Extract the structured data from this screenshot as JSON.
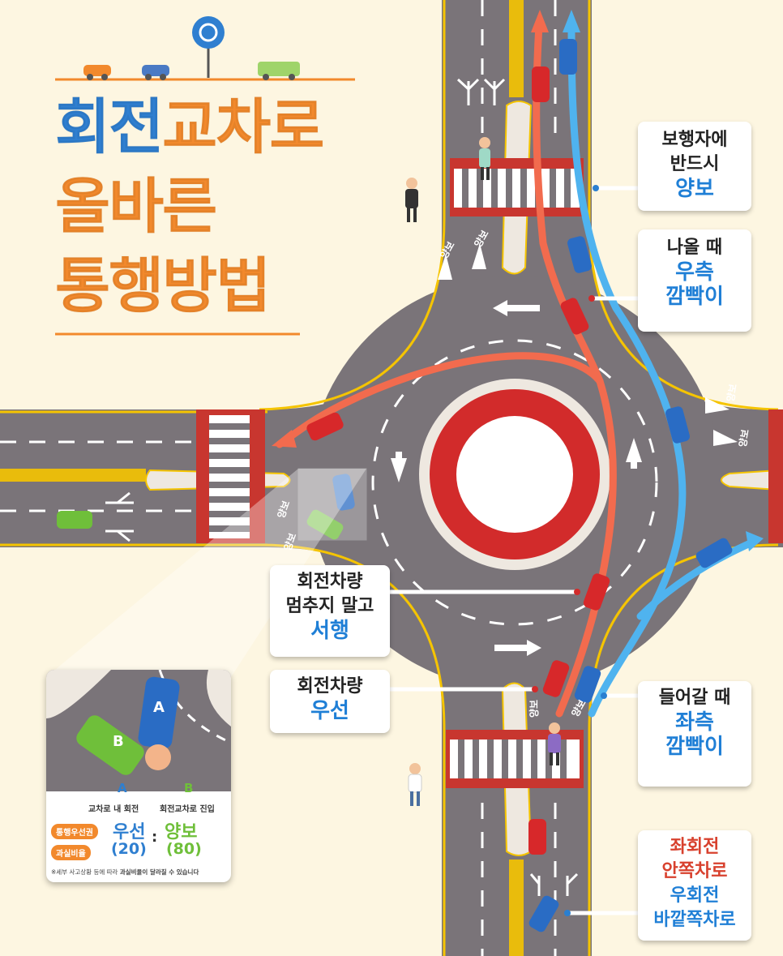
{
  "title": {
    "line1_part1": "회전",
    "line1_part2": "교차로",
    "line2": "올바른",
    "line3": "통행방법",
    "color_blue": "#2f7fd0",
    "color_orange": "#f2892c"
  },
  "road_markings": {
    "yield": "양보"
  },
  "callouts": {
    "pedestrian": {
      "line1": "보행자에",
      "line2": "반드시",
      "highlight": "양보"
    },
    "exit": {
      "line1": "나올 때",
      "highlight1": "우측",
      "highlight2": "깜빡이"
    },
    "slow": {
      "line1": "회전차량",
      "line2": "멈추지 말고",
      "highlight": "서행"
    },
    "priority": {
      "line1": "회전차량",
      "highlight": "우선"
    },
    "enter": {
      "line1": "들어갈 때",
      "highlight1": "좌측",
      "highlight2": "깜빡이"
    },
    "lanes": {
      "line1": "좌회전",
      "line2": "안쪽차로",
      "line3": "우회전",
      "line4": "바깥쪽차로"
    }
  },
  "inset": {
    "car_a": "A",
    "car_b": "B",
    "label_a_letter": "A",
    "label_a": "교차로 내 회전",
    "label_b_letter": "B",
    "label_b": "회전교차로 진입",
    "row1_pill": "통행우선권",
    "row1_a": "우선",
    "row1_b": "양보",
    "row2_pill": "과실비율",
    "row2_a": "(20)",
    "row2_b": "(80)",
    "separator": ":",
    "note_prefix": "※세부 사고상황 등에 따라 ",
    "note_bold": "과실비율이 달라질 수 있습니다"
  },
  "colors": {
    "background": "#fdf6e1",
    "road": "#7a7479",
    "red_path": "#f26b4e",
    "blue_path": "#4fb3ef",
    "circle_red": "#d22b2b",
    "crosswalk_band": "#c8362f"
  }
}
